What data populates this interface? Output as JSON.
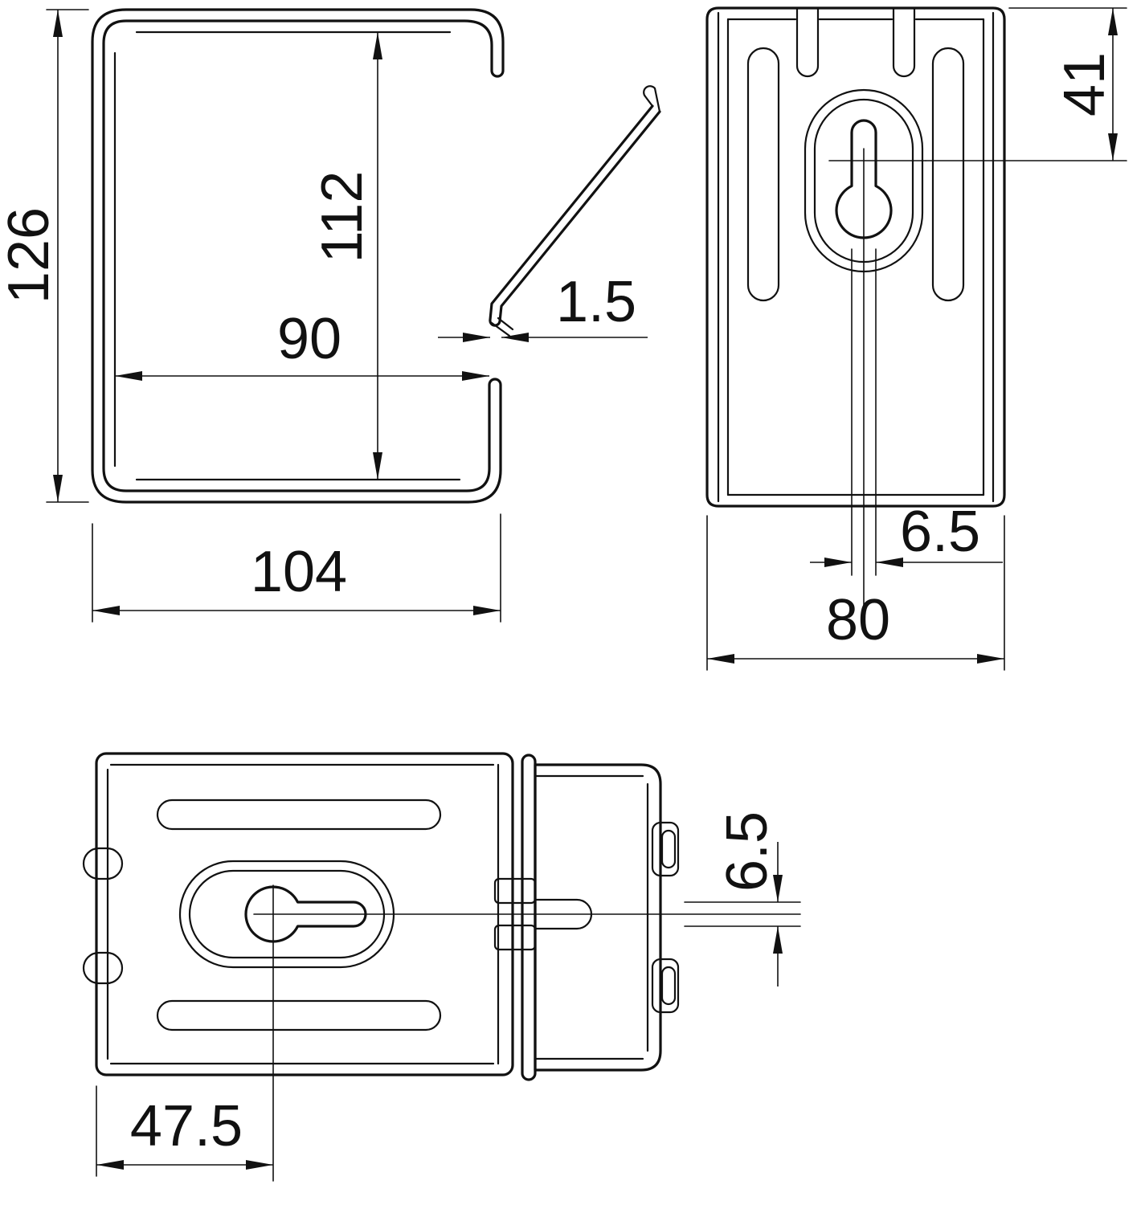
{
  "drawing": {
    "type": "technical-dimension-drawing",
    "line_color": "#111111",
    "background_color": "#ffffff",
    "side_view": {
      "overall_height": "126",
      "inner_height": "112",
      "inner_width": "90",
      "material_thickness": "1.5",
      "overall_width": "104"
    },
    "front_view": {
      "keyhole_center_from_top": "41",
      "keyhole_slot_width": "6.5",
      "overall_width": "80"
    },
    "top_view": {
      "slot_width": "6.5",
      "keyhole_center_from_left": "47.5"
    }
  }
}
